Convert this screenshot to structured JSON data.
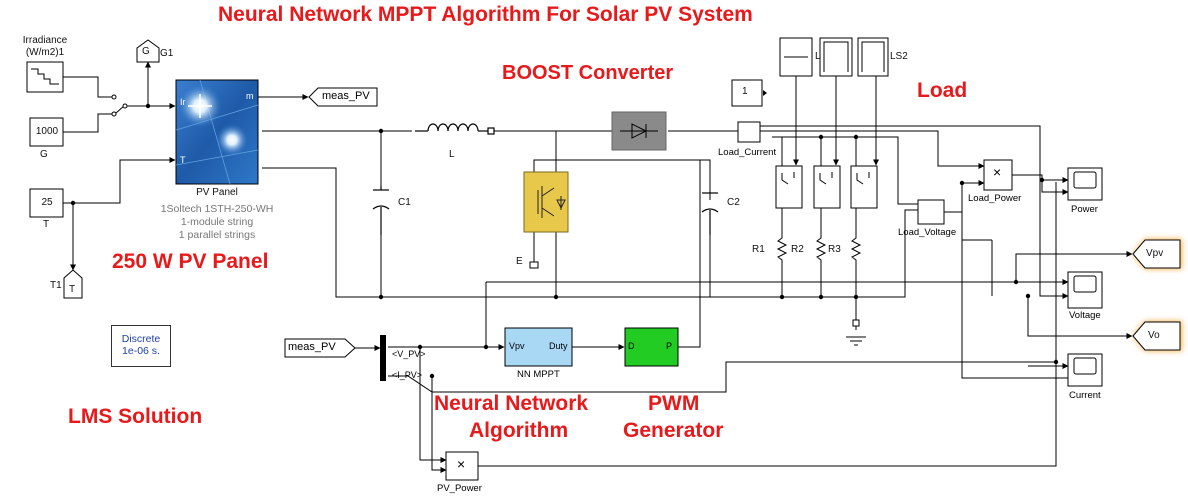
{
  "titles": {
    "main": "Neural Network MPPT Algorithm For Solar PV System",
    "boost": "BOOST Converter",
    "load": "Load",
    "pv_panel": "250 W PV Panel",
    "lms": "LMS Solution",
    "nn_line1": "Neural Network",
    "nn_line2": "Algorithm",
    "pwm_line1": "PWM",
    "pwm_line2": "Generator"
  },
  "blocks": {
    "irradiance_label": "Irradiance\n(W/m2)1",
    "const_1000": "1000",
    "const_1000_label": "G",
    "const_25": "25",
    "const_25_label": "T",
    "goto_g": "G",
    "goto_g_label": "G1",
    "goto_t": "T",
    "goto_t_label": "T1",
    "meas_pv_out": "meas_PV",
    "meas_pv_in": "meas_PV",
    "pv_panel_name": "PV Panel",
    "pv_panel_desc1": "1Soltech 1STH-250-WH",
    "pv_panel_desc2": "1-module string",
    "pv_panel_desc3": "1 parallel strings",
    "pv_port_ir": "Ir",
    "pv_port_t": "T",
    "pv_port_m": "m",
    "inductor_label": "L",
    "c1_label": "C1",
    "c2_label": "C2",
    "e_label": "E",
    "const_1": "1",
    "ls_l": "L",
    "ls2": "LS2",
    "load_current": "Load_Current",
    "load_voltage": "Load_Voltage",
    "load_power": "Load_Power",
    "r1": "R1",
    "r2": "R2",
    "r3": "R3",
    "power": "Power",
    "voltage": "Voltage",
    "current": "Current",
    "vpv_goto": "Vpv",
    "vo_goto": "Vo",
    "discrete_line1": "Discrete",
    "discrete_line2": "1e-06 s.",
    "nn_mppt": "NN MPPT",
    "nn_in": "Vpv",
    "nn_out": "Duty",
    "pwm_in": "D",
    "pwm_out": "P",
    "bus_v": "<V_PV>",
    "bus_i": "<I_PV>",
    "pv_power": "PV_Power",
    "mult": "×"
  },
  "colors": {
    "title_red": "#e8191b",
    "nn_block": "#a9d8f5",
    "pwm_block": "#22cc22",
    "igbt_block": "#e8c84a",
    "diode_block": "#8a8a8a",
    "pv_panel": "#2a6bb8",
    "goto_glow": "#f7b04a",
    "discrete_text": "#1f3fa8"
  }
}
